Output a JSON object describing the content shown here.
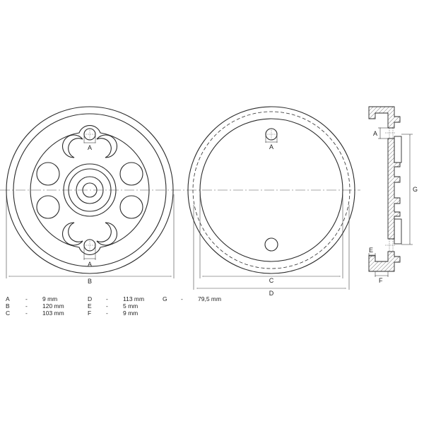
{
  "drawing": {
    "front_view": {
      "dimension_labels": {
        "hole_top": "A",
        "hole_bottom": "A",
        "overall": "B"
      }
    },
    "back_view": {
      "dimension_labels": {
        "hole": "A",
        "inner": "C",
        "outer": "D"
      }
    },
    "side_view": {
      "dimension_labels": {
        "hole": "A",
        "height": "G",
        "lip": "E",
        "groove": "F"
      }
    }
  },
  "legend": {
    "items": [
      {
        "key": "A",
        "sep": "-",
        "value": "9 mm"
      },
      {
        "key": "B",
        "sep": "-",
        "value": "120 mm"
      },
      {
        "key": "C",
        "sep": "-",
        "value": "103 mm"
      },
      {
        "key": "D",
        "sep": "-",
        "value": "113 mm"
      },
      {
        "key": "E",
        "sep": "-",
        "value": "5 mm"
      },
      {
        "key": "F",
        "sep": "-",
        "value": "9 mm"
      },
      {
        "key": "G",
        "sep": "-",
        "value": "79,5 mm"
      }
    ]
  },
  "colors": {
    "line": "#2a2a2a",
    "centerline": "#aaaaaa",
    "dim": "#444444"
  }
}
